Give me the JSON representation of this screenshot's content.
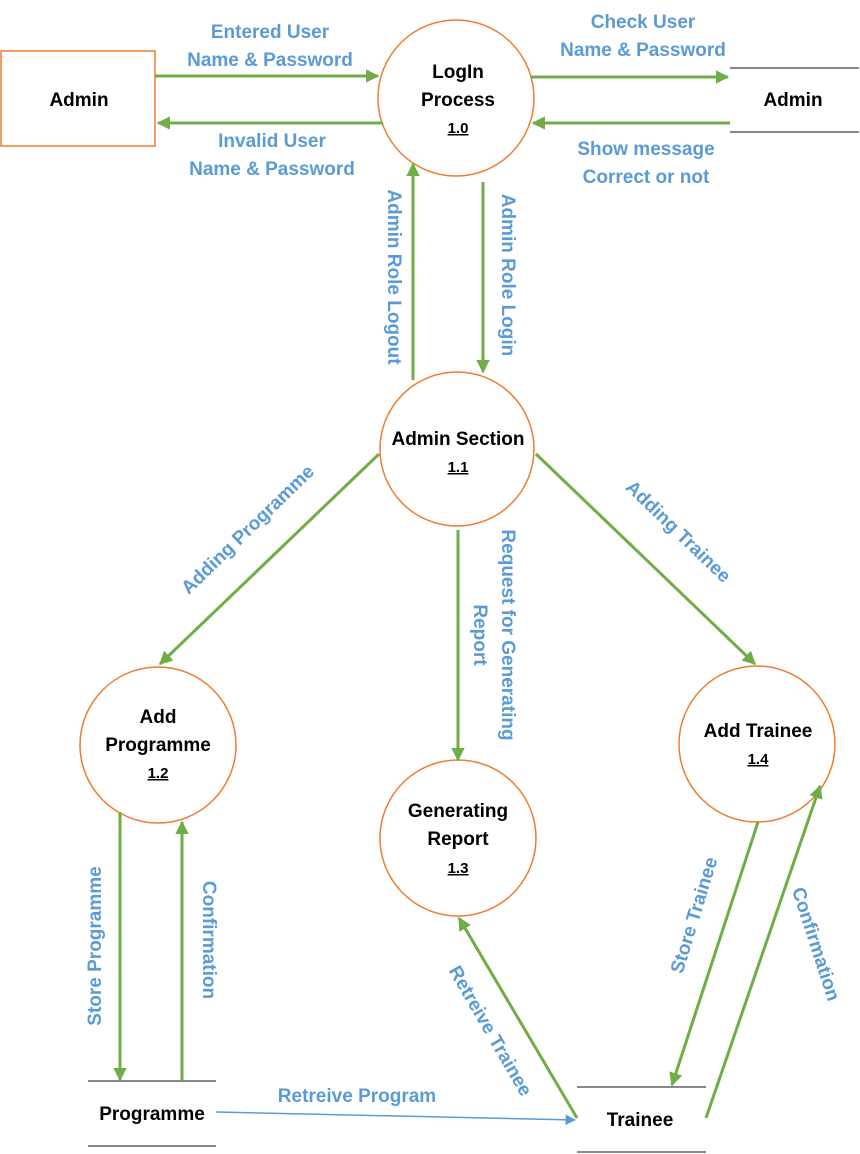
{
  "colors": {
    "circle_stroke": "#ed7d31",
    "arrow": "#70ad47",
    "thin_arrow": "#5b9bd5",
    "label": "#5b9bd5",
    "text": "#000000"
  },
  "entities": {
    "admin_external": "Admin",
    "admin_store": "Admin",
    "programme_store": "Programme",
    "trainee_store": "Trainee"
  },
  "processes": {
    "login": {
      "line1": "LogIn",
      "line2": "Process",
      "number": "1.0"
    },
    "admin_section": {
      "line1": "Admin Section",
      "number": "1.1"
    },
    "add_programme": {
      "line1": "Add",
      "line2": "Programme",
      "number": "1.2"
    },
    "generating_report": {
      "line1": "Generating",
      "line2": "Report",
      "number": "1.3"
    },
    "add_trainee": {
      "line1": "Add Trainee",
      "number": "1.4"
    }
  },
  "flows": {
    "entered_user": {
      "line1": "Entered User",
      "line2": "Name & Password"
    },
    "invalid_user": {
      "line1": "Invalid User",
      "line2": "Name & Password"
    },
    "check_user": {
      "line1": "Check User",
      "line2": "Name & Password"
    },
    "show_message": {
      "line1": "Show message",
      "line2": "Correct or not"
    },
    "admin_role_logout": "Admin Role Logout",
    "admin_role_login": "Admin Role Login",
    "adding_programme": "Adding Programme",
    "adding_trainee": "Adding Trainee",
    "request_report": {
      "line1": "Request for Generating",
      "line2": "Report"
    },
    "store_programme": "Store Programme",
    "confirmation_programme": "Confirmation",
    "store_trainee": "Store Trainee",
    "confirmation_trainee": "Confirmation",
    "retreive_trainee": "Retreive Trainee",
    "retreive_program": "Retreive Program"
  }
}
